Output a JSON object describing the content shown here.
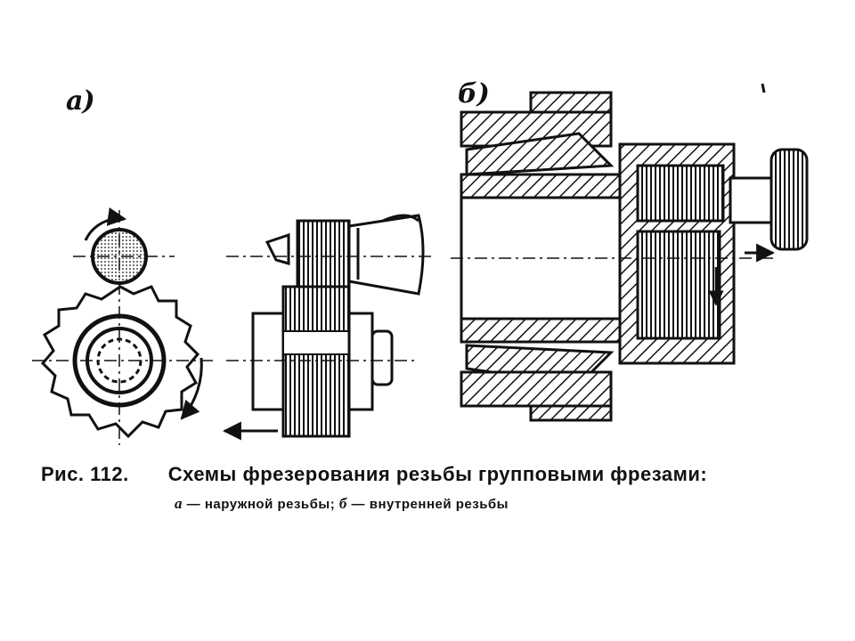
{
  "figure": {
    "label_a": "а)",
    "label_b": "б)",
    "caption_number": "Рис. 112.",
    "caption_title": "Схемы фрезерования резьбы групповыми фрезами:",
    "caption_a_letter": "а",
    "caption_a_text": " — наружной резьбы; ",
    "caption_b_letter": "б",
    "caption_b_text": " — внутренней резьбы"
  },
  "colors": {
    "ink": "#111111",
    "paper": "#ffffff"
  }
}
